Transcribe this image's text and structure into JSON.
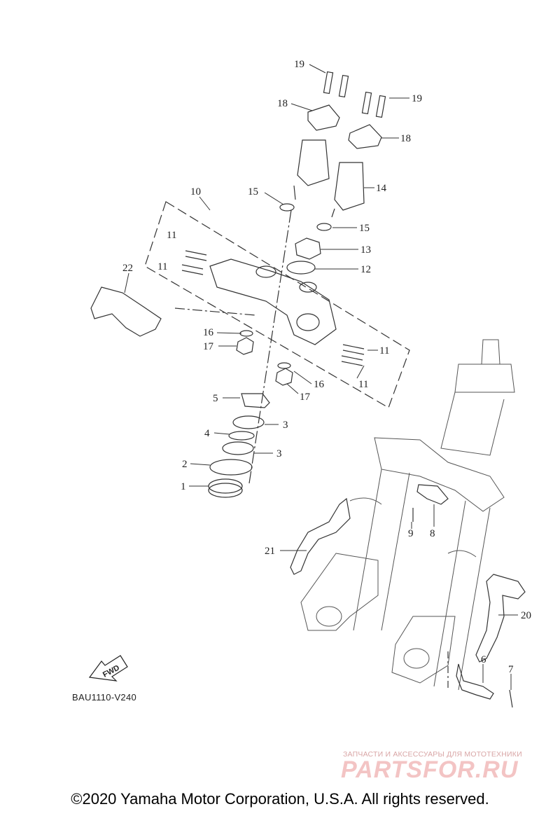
{
  "diagram": {
    "callouts": [
      "1",
      "2",
      "3",
      "3",
      "4",
      "5",
      "6",
      "7",
      "8",
      "9",
      "10",
      "11",
      "11",
      "11",
      "11",
      "12",
      "13",
      "14",
      "15",
      "15",
      "16",
      "16",
      "17",
      "17",
      "18",
      "18",
      "19",
      "19",
      "20",
      "21",
      "22"
    ],
    "fwd_label": "FWD",
    "diagram_code": "BAU1110-V240"
  },
  "watermark": {
    "subtitle": "ЗАПЧАСТИ И АКСЕССУАРЫ ДЛЯ МОТОТЕХНИКИ",
    "brand": "PARTSFOR.RU"
  },
  "footer": {
    "copyright": "©2020 Yamaha Motor Corporation, U.S.A. All rights reserved."
  }
}
